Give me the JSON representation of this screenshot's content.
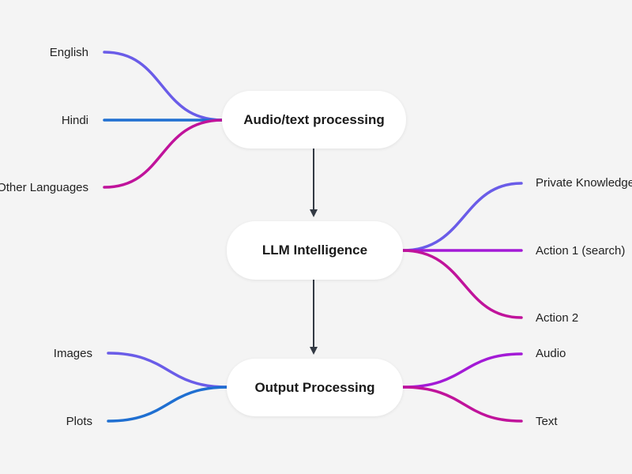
{
  "colors": {
    "purple_blue": "#6a5ce8",
    "blue": "#1f6fd1",
    "magenta": "#c0139b",
    "violet": "#a31ad6",
    "arrow": "#333a44",
    "node_bg": "#ffffff",
    "background": "#f4f4f4"
  },
  "nodes": {
    "audio_text": "Audio/text processing",
    "llm": "LLM Intelligence",
    "output": "Output Processing"
  },
  "inputs": [
    {
      "label": "English",
      "color": "purple_blue"
    },
    {
      "label": "Hindi",
      "color": "blue"
    },
    {
      "label": "Other Languages",
      "color": "magenta"
    }
  ],
  "llm_branches": [
    {
      "label": "Private Knowledge",
      "color": "purple_blue"
    },
    {
      "label": "Action 1 (search)",
      "color": "violet"
    },
    {
      "label": "Action 2",
      "color": "magenta"
    }
  ],
  "output_inputs": [
    {
      "label": "Images",
      "color": "purple_blue"
    },
    {
      "label": "Plots",
      "color": "blue"
    }
  ],
  "output_branches": [
    {
      "label": "Audio",
      "color": "violet"
    },
    {
      "label": "Text",
      "color": "magenta"
    }
  ]
}
